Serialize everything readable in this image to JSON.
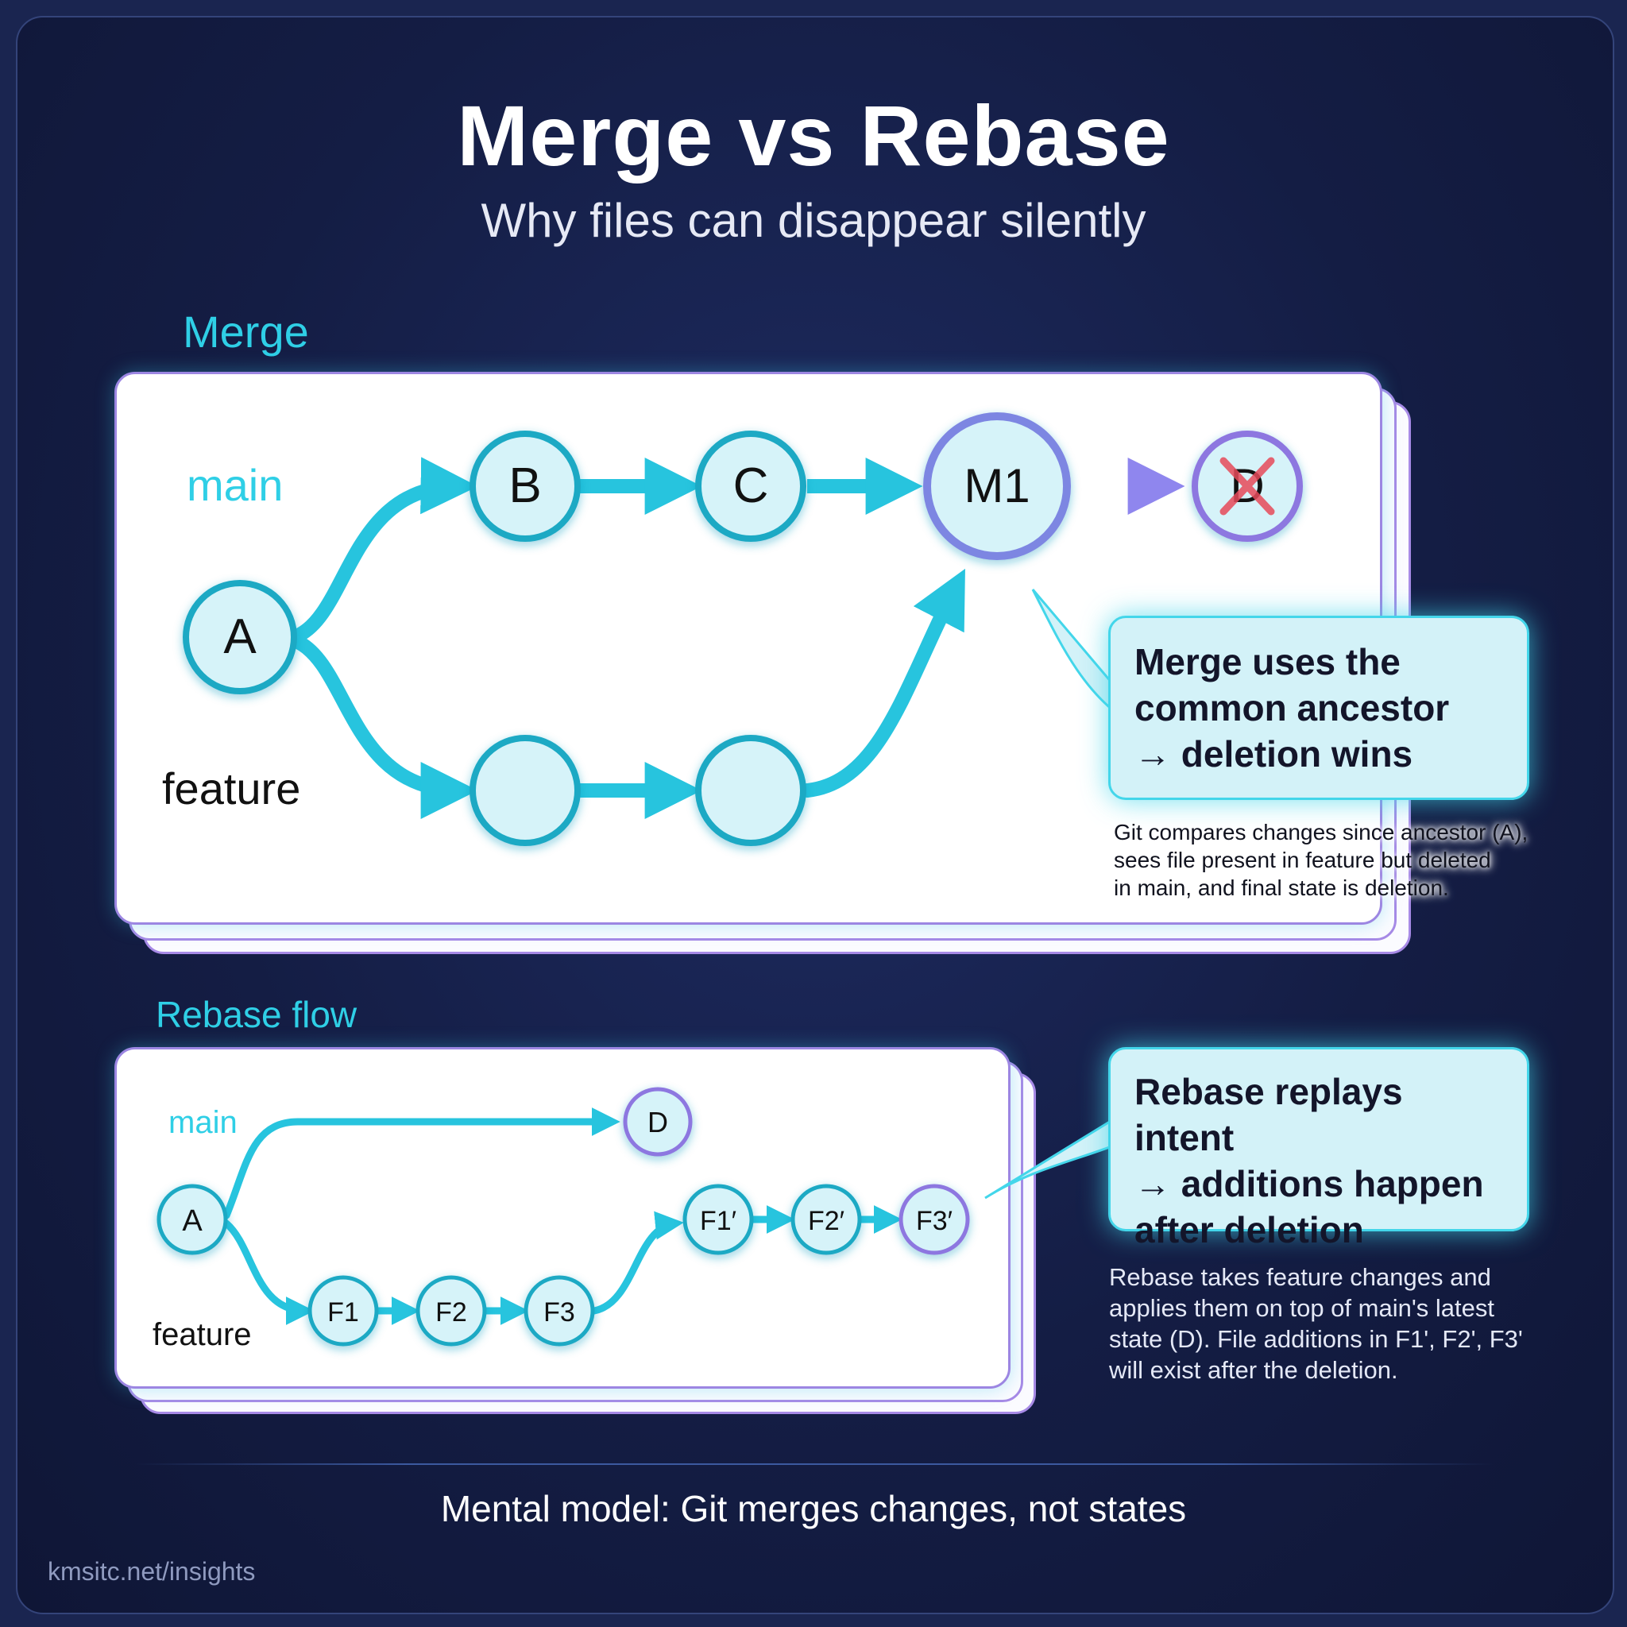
{
  "title": "Merge vs Rebase",
  "subtitle": "Why files can disappear silently",
  "merge": {
    "section_label": "Merge",
    "branch_main": "main",
    "branch_feature": "feature",
    "nodes": {
      "a": "A",
      "b": "B",
      "c": "C",
      "m1": "M1",
      "d": "D"
    },
    "callout_lines": [
      "Merge uses the",
      "common ancestor",
      "→ deletion wins"
    ],
    "note_lines": [
      "Git compares changes since ancestor (A),",
      "sees file present in feature but deleted",
      "in main, and final state is deletion."
    ]
  },
  "rebase": {
    "section_label": "Rebase flow",
    "branch_main": "main",
    "branch_feature": "feature",
    "nodes": {
      "a": "A",
      "d": "D",
      "f1": "F1",
      "f2": "F2",
      "f3": "F3",
      "f1p": "F1′",
      "f2p": "F2′",
      "f3p": "F3′"
    },
    "callout_lines": [
      "Rebase replays intent",
      "→ additions happen",
      "after deletion"
    ],
    "note_lines": [
      "Rebase takes feature changes and",
      "applies them on top of main's latest",
      "state (D). File additions in F1', F2', F3'",
      "will exist after the deletion."
    ]
  },
  "footer": "Mental model: Git merges changes, not states",
  "source": "kmsitc.net/insights",
  "colors": {
    "accent": "#2fcfe6",
    "node_fill": "#d6f3f9",
    "node_stroke": "#1ea9c4",
    "purple": "#8d77e0",
    "delete_mark": "#e74a5a"
  }
}
